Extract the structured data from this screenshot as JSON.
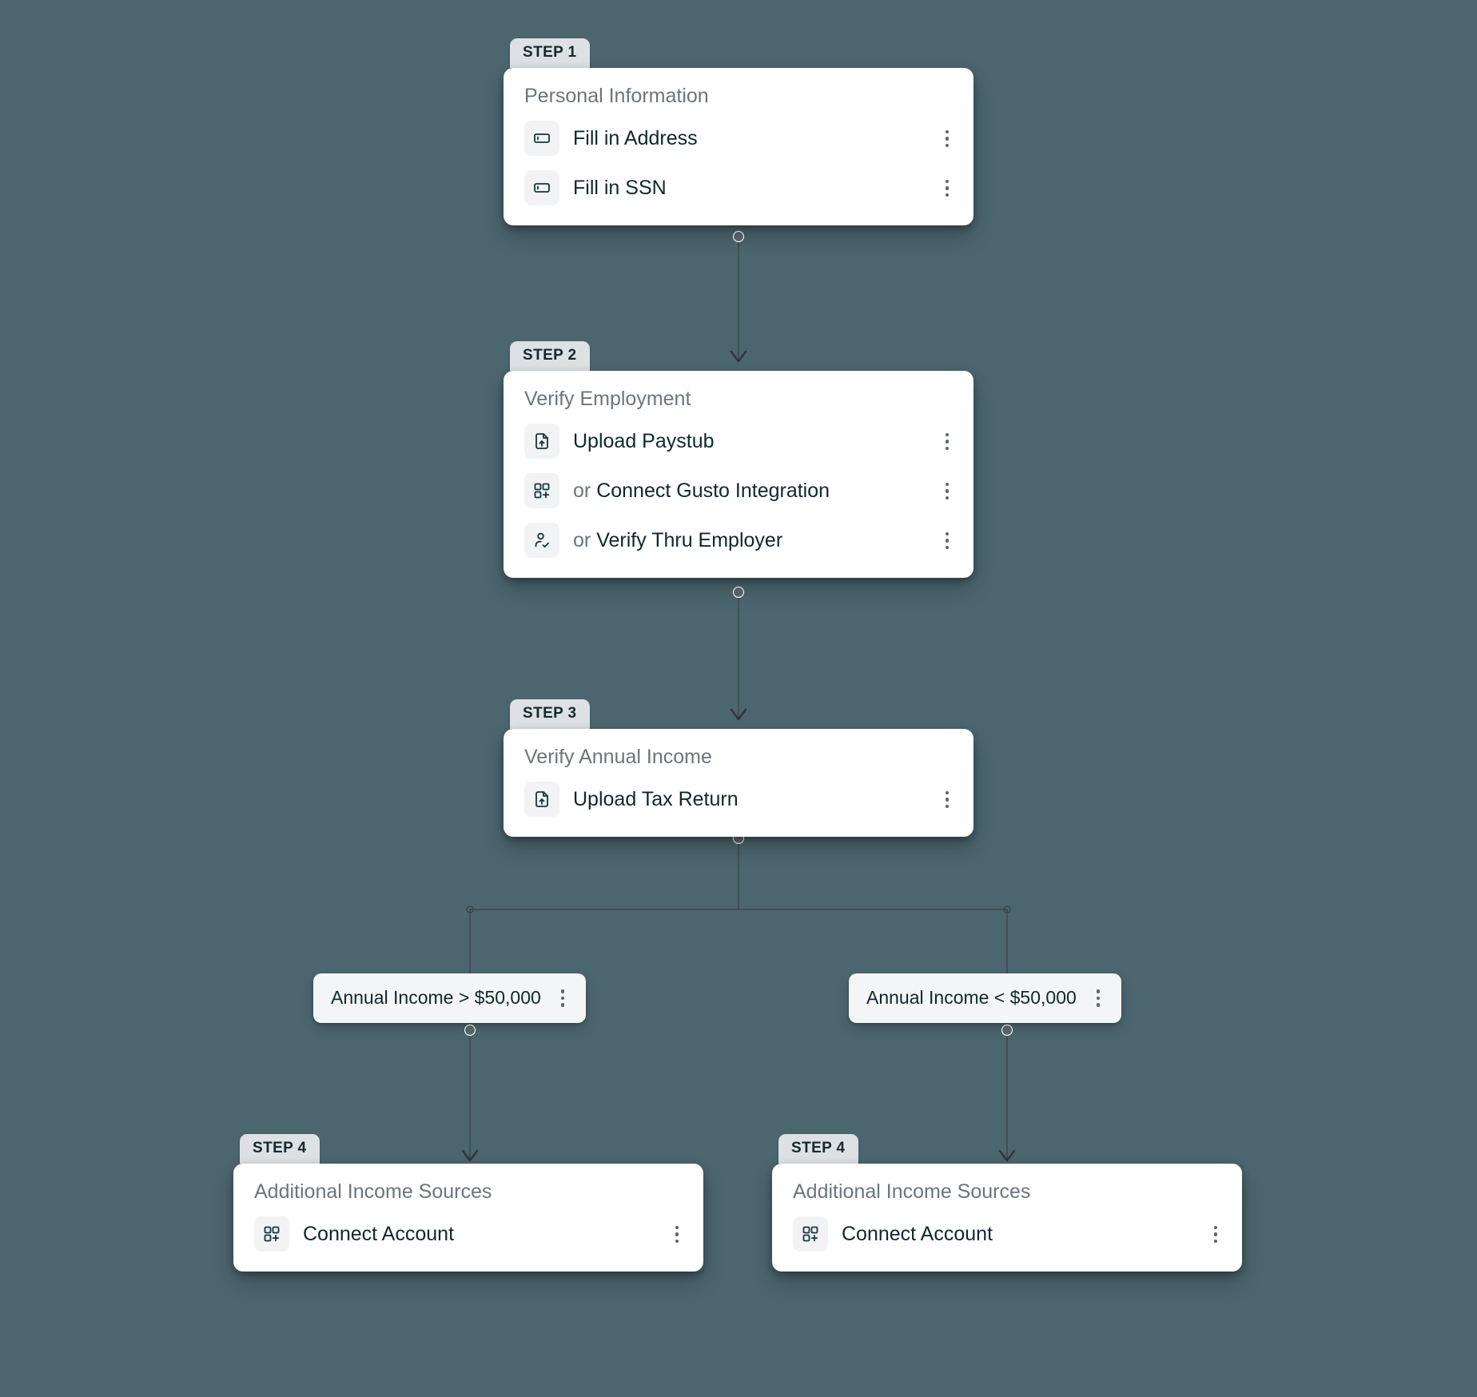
{
  "canvas": {
    "background_color": "#4c666f",
    "card_color": "#ffffff",
    "badge_color": "#dde1e4",
    "chip_color": "#f3f5f6",
    "title_color": "#6c757c",
    "label_color": "#10272e",
    "connector_color": "#3c4347"
  },
  "steps": [
    {
      "badge": "STEP 1",
      "title": "Personal Information",
      "rows": [
        {
          "icon": "form-field-icon",
          "or_prefix": "",
          "label": "Fill in Address",
          "menu": "kebab-menu-icon"
        },
        {
          "icon": "form-field-icon",
          "or_prefix": "",
          "label": "Fill in SSN",
          "menu": "kebab-menu-icon"
        }
      ]
    },
    {
      "badge": "STEP 2",
      "title": "Verify Employment",
      "rows": [
        {
          "icon": "file-upload-icon",
          "or_prefix": "",
          "label": "Upload Paystub",
          "menu": "kebab-menu-icon"
        },
        {
          "icon": "grid-plus-icon",
          "or_prefix": "or ",
          "label": "Connect Gusto Integration",
          "menu": "kebab-menu-icon"
        },
        {
          "icon": "user-check-icon",
          "or_prefix": "or ",
          "label": "Verify Thru Employer",
          "menu": "kebab-menu-icon"
        }
      ]
    },
    {
      "badge": "STEP 3",
      "title": "Verify Annual Income",
      "rows": [
        {
          "icon": "file-upload-icon",
          "or_prefix": "",
          "label": "Upload Tax Return",
          "menu": "kebab-menu-icon"
        }
      ]
    },
    {
      "badge": "STEP 4",
      "title": "Additional Income Sources",
      "rows": [
        {
          "icon": "grid-plus-icon",
          "or_prefix": "",
          "label": "Connect Account",
          "menu": "kebab-menu-icon"
        }
      ]
    },
    {
      "badge": "STEP 4",
      "title": "Additional Income Sources",
      "rows": [
        {
          "icon": "grid-plus-icon",
          "or_prefix": "",
          "label": "Connect Account",
          "menu": "kebab-menu-icon"
        }
      ]
    }
  ],
  "conditions": [
    {
      "label": "Annual Income > $50,000",
      "menu": "kebab-menu-icon"
    },
    {
      "label": "Annual Income < $50,000",
      "menu": "kebab-menu-icon"
    }
  ]
}
